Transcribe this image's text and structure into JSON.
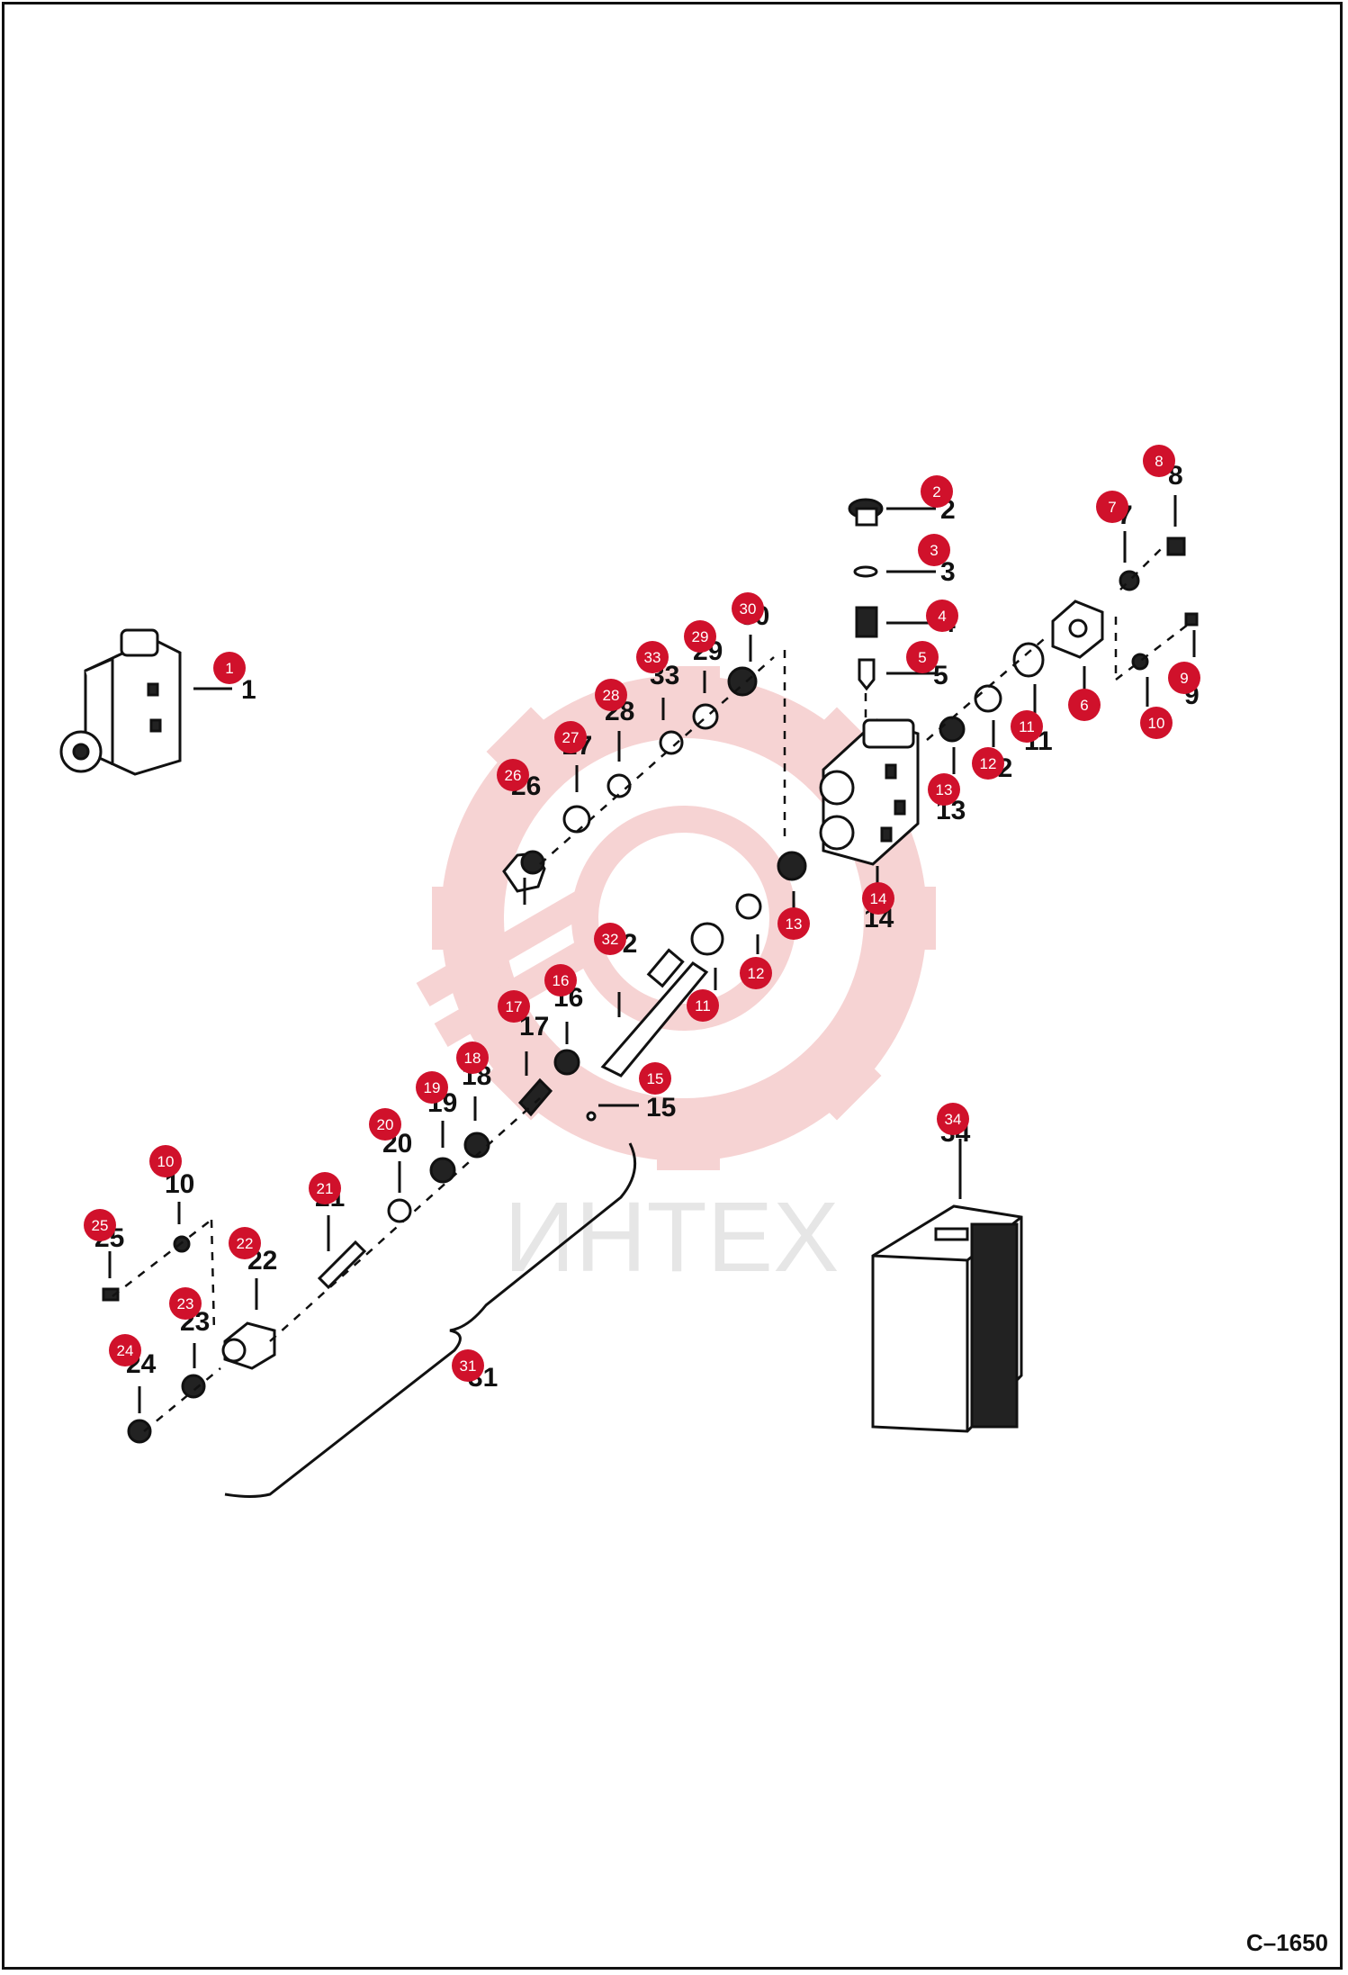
{
  "drawing": {
    "code": "C–1650",
    "watermark": "ИНТЕХ",
    "accent_color": "#d0112b",
    "watermark_color": "#f4c5c5"
  },
  "parts": [
    {
      "n": "1"
    },
    {
      "n": "2"
    },
    {
      "n": "3"
    },
    {
      "n": "4"
    },
    {
      "n": "5"
    },
    {
      "n": "6"
    },
    {
      "n": "7"
    },
    {
      "n": "8"
    },
    {
      "n": "9"
    },
    {
      "n": "10"
    },
    {
      "n": "11"
    },
    {
      "n": "12"
    },
    {
      "n": "13"
    },
    {
      "n": "14"
    },
    {
      "n": "15"
    },
    {
      "n": "16"
    },
    {
      "n": "17"
    },
    {
      "n": "18"
    },
    {
      "n": "19"
    },
    {
      "n": "20"
    },
    {
      "n": "21"
    },
    {
      "n": "22"
    },
    {
      "n": "23"
    },
    {
      "n": "24"
    },
    {
      "n": "25"
    },
    {
      "n": "26"
    },
    {
      "n": "27"
    },
    {
      "n": "28"
    },
    {
      "n": "29"
    },
    {
      "n": "30"
    },
    {
      "n": "31"
    },
    {
      "n": "32"
    },
    {
      "n": "33"
    },
    {
      "n": "34"
    }
  ],
  "callouts": [
    "1",
    "2",
    "3",
    "4",
    "5",
    "6",
    "7",
    "8",
    "9",
    "10",
    "11",
    "12",
    "13",
    "14",
    "15",
    "16",
    "17",
    "18",
    "19",
    "20",
    "21",
    "22",
    "23",
    "24",
    "25",
    "26",
    "27",
    "28",
    "29",
    "30",
    "31",
    "32",
    "33",
    "34",
    "10",
    "11",
    "12",
    "13"
  ]
}
